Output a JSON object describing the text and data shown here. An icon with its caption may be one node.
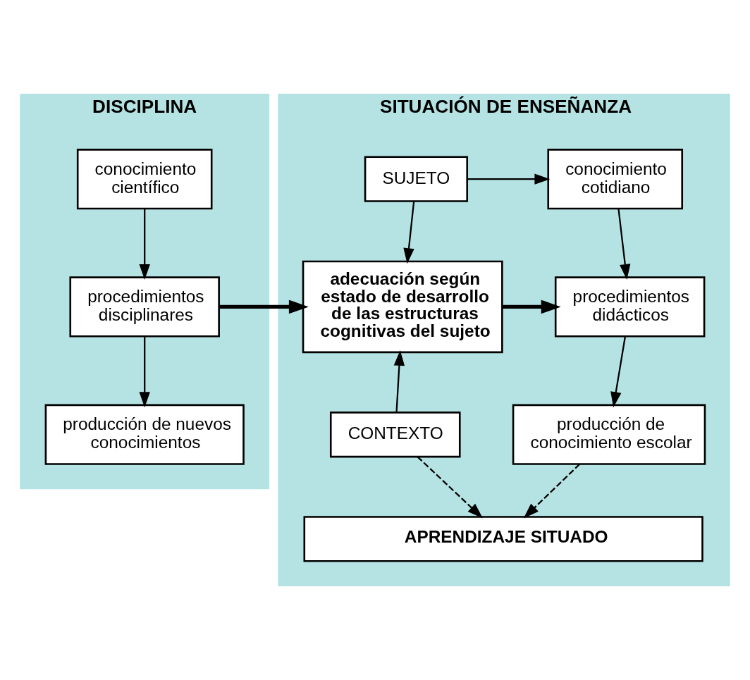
{
  "diagram": {
    "nodes": [
      {
        "text": [
          "DISCIPLINA"
        ]
      },
      {
        "text": [
          "conocimiento científico"
        ],
        "in": 0
      },
      {
        "text": [
          "procedimientos disciplinares"
        ],
        "in": 0
      },
      {
        "text": [
          "producción de nuevos conocimientos"
        ],
        "in": 0
      },
      {
        "text": [
          "SITUACIÓN DE ENSEÑANZA"
        ]
      },
      {
        "text": [
          "conocimiento cotidiano"
        ],
        "in": 4
      },
      {
        "text": [
          "SUJETO"
        ],
        "in": 4
      },
      {
        "text": [
          "adecuación según estado de desarrollo de las estructuras cognitivas del sujeto"
        ],
        "in": 4
      },
      {
        "text": [
          "procedimientos didácticos"
        ],
        "in": 4
      },
      {
        "text": [
          "CONTEXTO"
        ],
        "in": 4
      },
      {
        "text": [
          "producción de conocimiento escolar"
        ],
        "in": 4
      },
      {
        "text": [
          "APRENDIZAJE SITUADO"
        ],
        "in": 4
      }
    ],
    "edges": [
      {
        "from": 1,
        "to": 2,
        "arrow": "to"
      },
      {
        "from": 2,
        "to": 3,
        "arrow": "to"
      },
      {
        "from": 6,
        "to": 5,
        "arrow": "to"
      },
      {
        "from": 6,
        "to": 7,
        "arrow": "to"
      },
      {
        "from": 5,
        "to": 8,
        "arrow": "to"
      },
      {
        "from": 2,
        "to": 7,
        "arrow": "to",
        "style": "thick"
      },
      {
        "from": 7,
        "to": 8,
        "arrow": "to",
        "style": "thick"
      },
      {
        "from": 9,
        "to": 7,
        "arrow": "to"
      },
      {
        "from": 8,
        "to": 10,
        "arrow": "to"
      },
      {
        "from": 9,
        "to": 11,
        "arrow": "to",
        "style": "dashed"
      },
      {
        "from": 10,
        "to": 11,
        "arrow": "to",
        "style": "dashed"
      }
    ]
  }
}
